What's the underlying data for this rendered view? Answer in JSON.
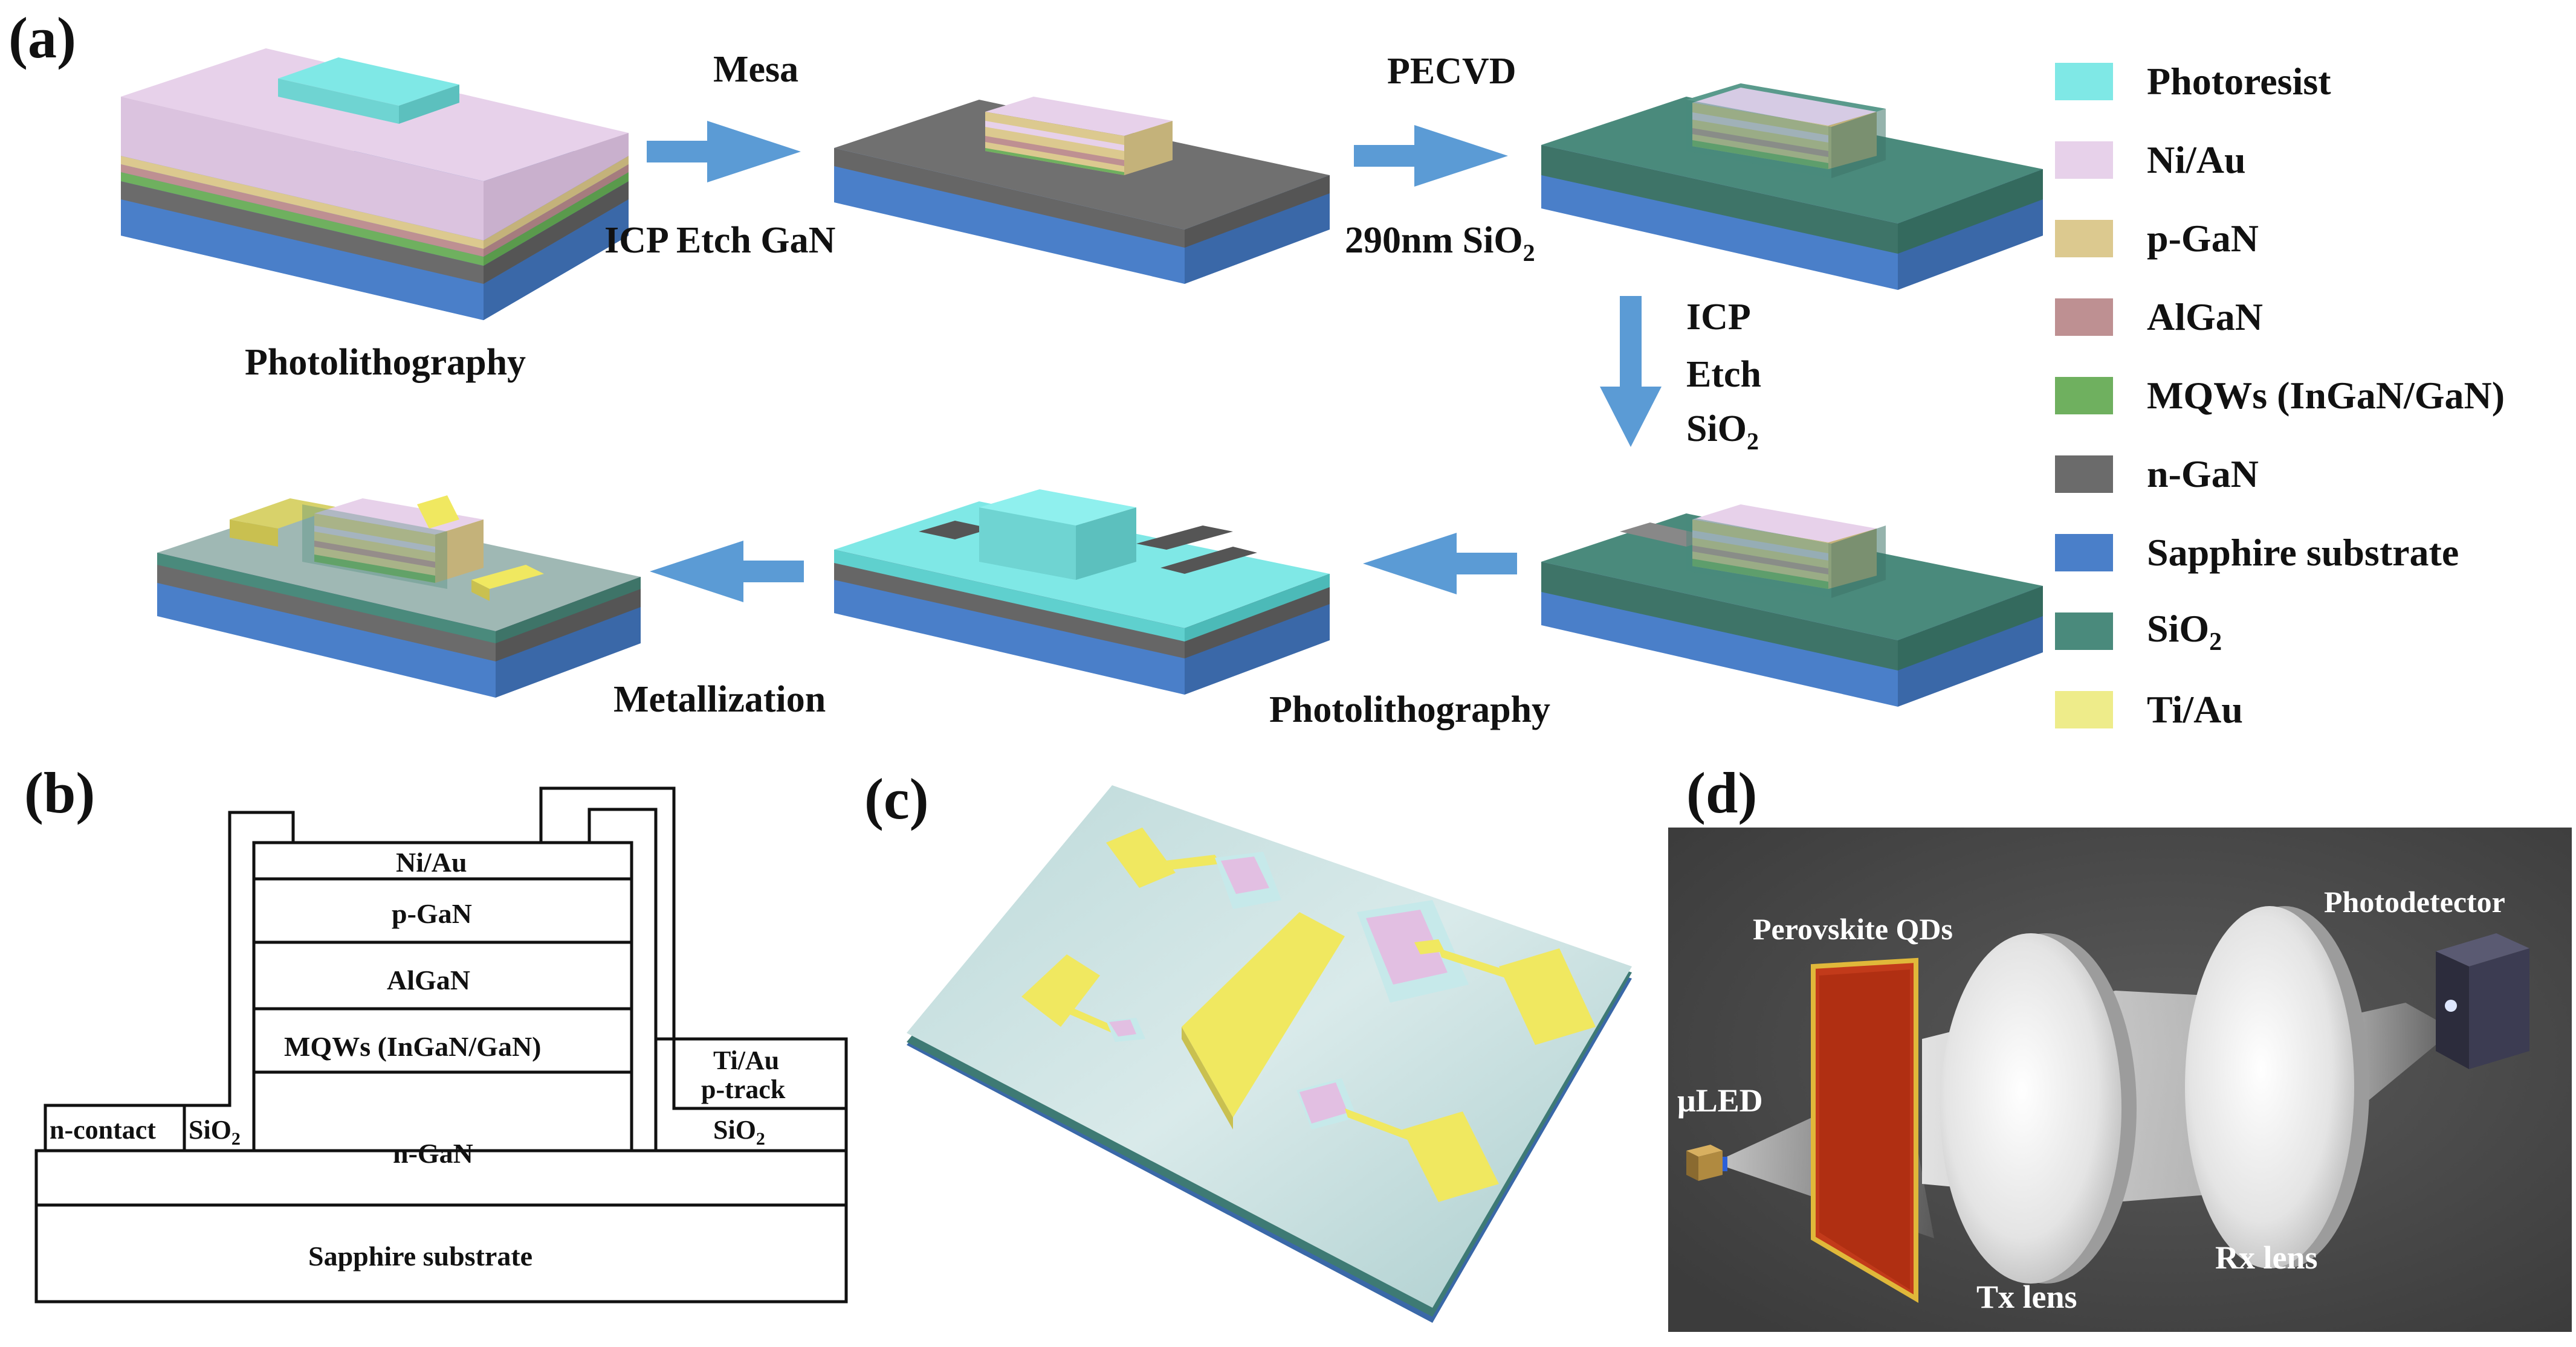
{
  "panels": {
    "a": "(a)",
    "b": "(b)",
    "c": "(c)",
    "d": "(d)"
  },
  "panel_a": {
    "steps": {
      "photolithography_1": "Photolithography",
      "mesa": "Mesa",
      "icp_etch_gan": "ICP Etch GaN",
      "pecvd": "PECVD",
      "sio2_thickness_prefix": "290nm SiO",
      "sio2_thickness_sub": "2",
      "icp_line1": "ICP",
      "icp_line2": "Etch",
      "icp_line3_prefix": "SiO",
      "icp_line3_sub": "2",
      "photolithography_2": "Photolithography",
      "metallization": "Metallization"
    },
    "legend": [
      {
        "label": "Photoresist",
        "sub": "",
        "color": "#7fe8e6"
      },
      {
        "label": "Ni/Au",
        "sub": "",
        "color": "#e7d1ea"
      },
      {
        "label": "p-GaN",
        "sub": "",
        "color": "#dcc98f"
      },
      {
        "label": "AlGaN",
        "sub": "",
        "color": "#be9092"
      },
      {
        "label": "MQWs  (InGaN/GaN)",
        "sub": "",
        "color": "#6fb05f"
      },
      {
        "label": "n-GaN",
        "sub": "",
        "color": "#6b6b6b"
      },
      {
        "label": "Sapphire substrate",
        "sub": "",
        "color": "#4a7fc9"
      },
      {
        "label": "SiO",
        "sub": "2",
        "color": "#4a8a7c"
      },
      {
        "label": "Ti/Au",
        "sub": "",
        "color": "#eeec8a"
      }
    ]
  },
  "panel_b": {
    "ni_au": "Ni/Au",
    "p_gan": "p-GaN",
    "algan": "AlGaN",
    "mqws": "MQWs  (InGaN/GaN)",
    "n_gan": "n-GaN",
    "sapphire": "Sapphire substrate",
    "n_contact": "n-contact",
    "sio2_left_prefix": "SiO",
    "sio2_left_sub": "2",
    "ti_au": "Ti/Au",
    "p_track": "p-track",
    "sio2_right_prefix": "SiO",
    "sio2_right_sub": "2"
  },
  "panel_d": {
    "perovskite": "Perovskite QDs",
    "photodetector": "Photodetector",
    "uled": "μLED",
    "tx_lens": "Tx lens",
    "rx_lens": "Rx lens"
  }
}
